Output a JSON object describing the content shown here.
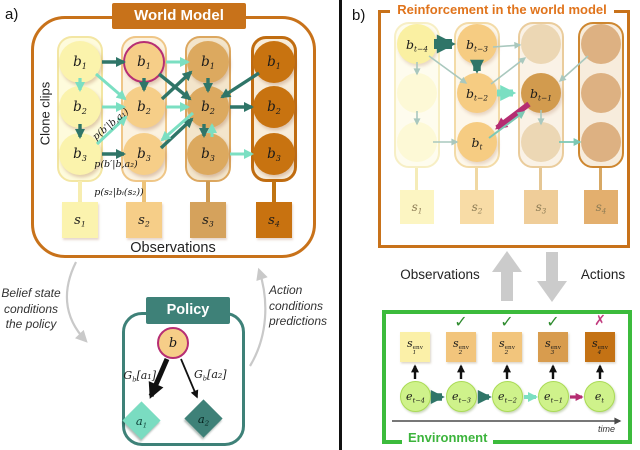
{
  "colors": {
    "accent_orange": "#C8721A",
    "title_orange": "#E0741C",
    "teal_dark": "#2F7568",
    "teal_light": "#7BDFC2",
    "magenta": "#B52D72",
    "policy_teal": "#3E8178",
    "env_green": "#3CBB3C",
    "check_green": "#2E8B2E",
    "cross_magenta": "#C13B7E",
    "gray_arrow": "#C9C9C9"
  },
  "panel_a": {
    "tag": "a)",
    "title": "World Model",
    "side_label": "Clone clips",
    "observations_label": "Observations",
    "edge_labels": {
      "action1": "p(b′|b,a₁)",
      "action2": "p(b′|b,a₂)",
      "emission": "p(s₂|bᵢ(s₂))"
    },
    "left_note": {
      "line1": "Belief state",
      "line2": "conditions",
      "line3": "the policy"
    },
    "right_note": {
      "line1": "Action",
      "line2": "conditions",
      "line3": "predictions"
    },
    "columns": [
      {
        "nodes": [
          {
            "base": "b",
            "sub": "1"
          },
          {
            "base": "b",
            "sub": "2"
          },
          {
            "base": "b",
            "sub": "3"
          }
        ],
        "obs": {
          "base": "s",
          "sub": "1"
        }
      },
      {
        "nodes": [
          {
            "base": "b",
            "sub": "1"
          },
          {
            "base": "b",
            "sub": "2"
          },
          {
            "base": "b",
            "sub": "3"
          }
        ],
        "obs": {
          "base": "s",
          "sub": "2"
        }
      },
      {
        "nodes": [
          {
            "base": "b",
            "sub": "1"
          },
          {
            "base": "b",
            "sub": "2"
          },
          {
            "base": "b",
            "sub": "3"
          }
        ],
        "obs": {
          "base": "s",
          "sub": "3"
        }
      },
      {
        "nodes": [
          {
            "base": "b",
            "sub": "1"
          },
          {
            "base": "b",
            "sub": "2"
          },
          {
            "base": "b",
            "sub": "3"
          }
        ],
        "obs": {
          "base": "s",
          "sub": "4"
        }
      }
    ],
    "policy": {
      "title": "Policy",
      "root": {
        "base": "b",
        "sub": ""
      },
      "gain1": {
        "base": "G",
        "sub": "b",
        "rest": "[a₁]"
      },
      "gain2": {
        "base": "G",
        "sub": "b",
        "rest": "[a₂]"
      },
      "action1": {
        "base": "a",
        "sub": "1"
      },
      "action2": {
        "base": "a",
        "sub": "2"
      }
    }
  },
  "panel_b": {
    "tag": "b)",
    "title": "Reinforcement in the world model",
    "nodes": {
      "bt4": {
        "base": "b",
        "sub": "t−4"
      },
      "bt3": {
        "base": "b",
        "sub": "t−3"
      },
      "bt2": {
        "base": "b",
        "sub": "t−2"
      },
      "bt1": {
        "base": "b",
        "sub": "t−1"
      },
      "bt": {
        "base": "b",
        "sub": "t"
      }
    },
    "obs": [
      {
        "base": "s",
        "sub": "1"
      },
      {
        "base": "s",
        "sub": "2"
      },
      {
        "base": "s",
        "sub": "3"
      },
      {
        "base": "s",
        "sub": "4"
      }
    ],
    "observations_label": "Observations",
    "actions_label": "Actions",
    "environment": {
      "title": "Environment",
      "time_label": "time",
      "states": [
        {
          "base": "e",
          "sub": "t−4"
        },
        {
          "base": "e",
          "sub": "t−3"
        },
        {
          "base": "e",
          "sub": "t−2"
        },
        {
          "base": "e",
          "sub": "t−1"
        },
        {
          "base": "e",
          "sub": "t"
        }
      ],
      "observations": [
        {
          "base": "s",
          "sub": "1",
          "sup": "env",
          "mark": ""
        },
        {
          "base": "s",
          "sub": "2",
          "sup": "env",
          "mark": "✓"
        },
        {
          "base": "s",
          "sub": "2",
          "sup": "env",
          "mark": "✓"
        },
        {
          "base": "s",
          "sub": "3",
          "sup": "env",
          "mark": "✓"
        },
        {
          "base": "s",
          "sub": "4",
          "sup": "env",
          "mark": "✗"
        }
      ]
    }
  }
}
